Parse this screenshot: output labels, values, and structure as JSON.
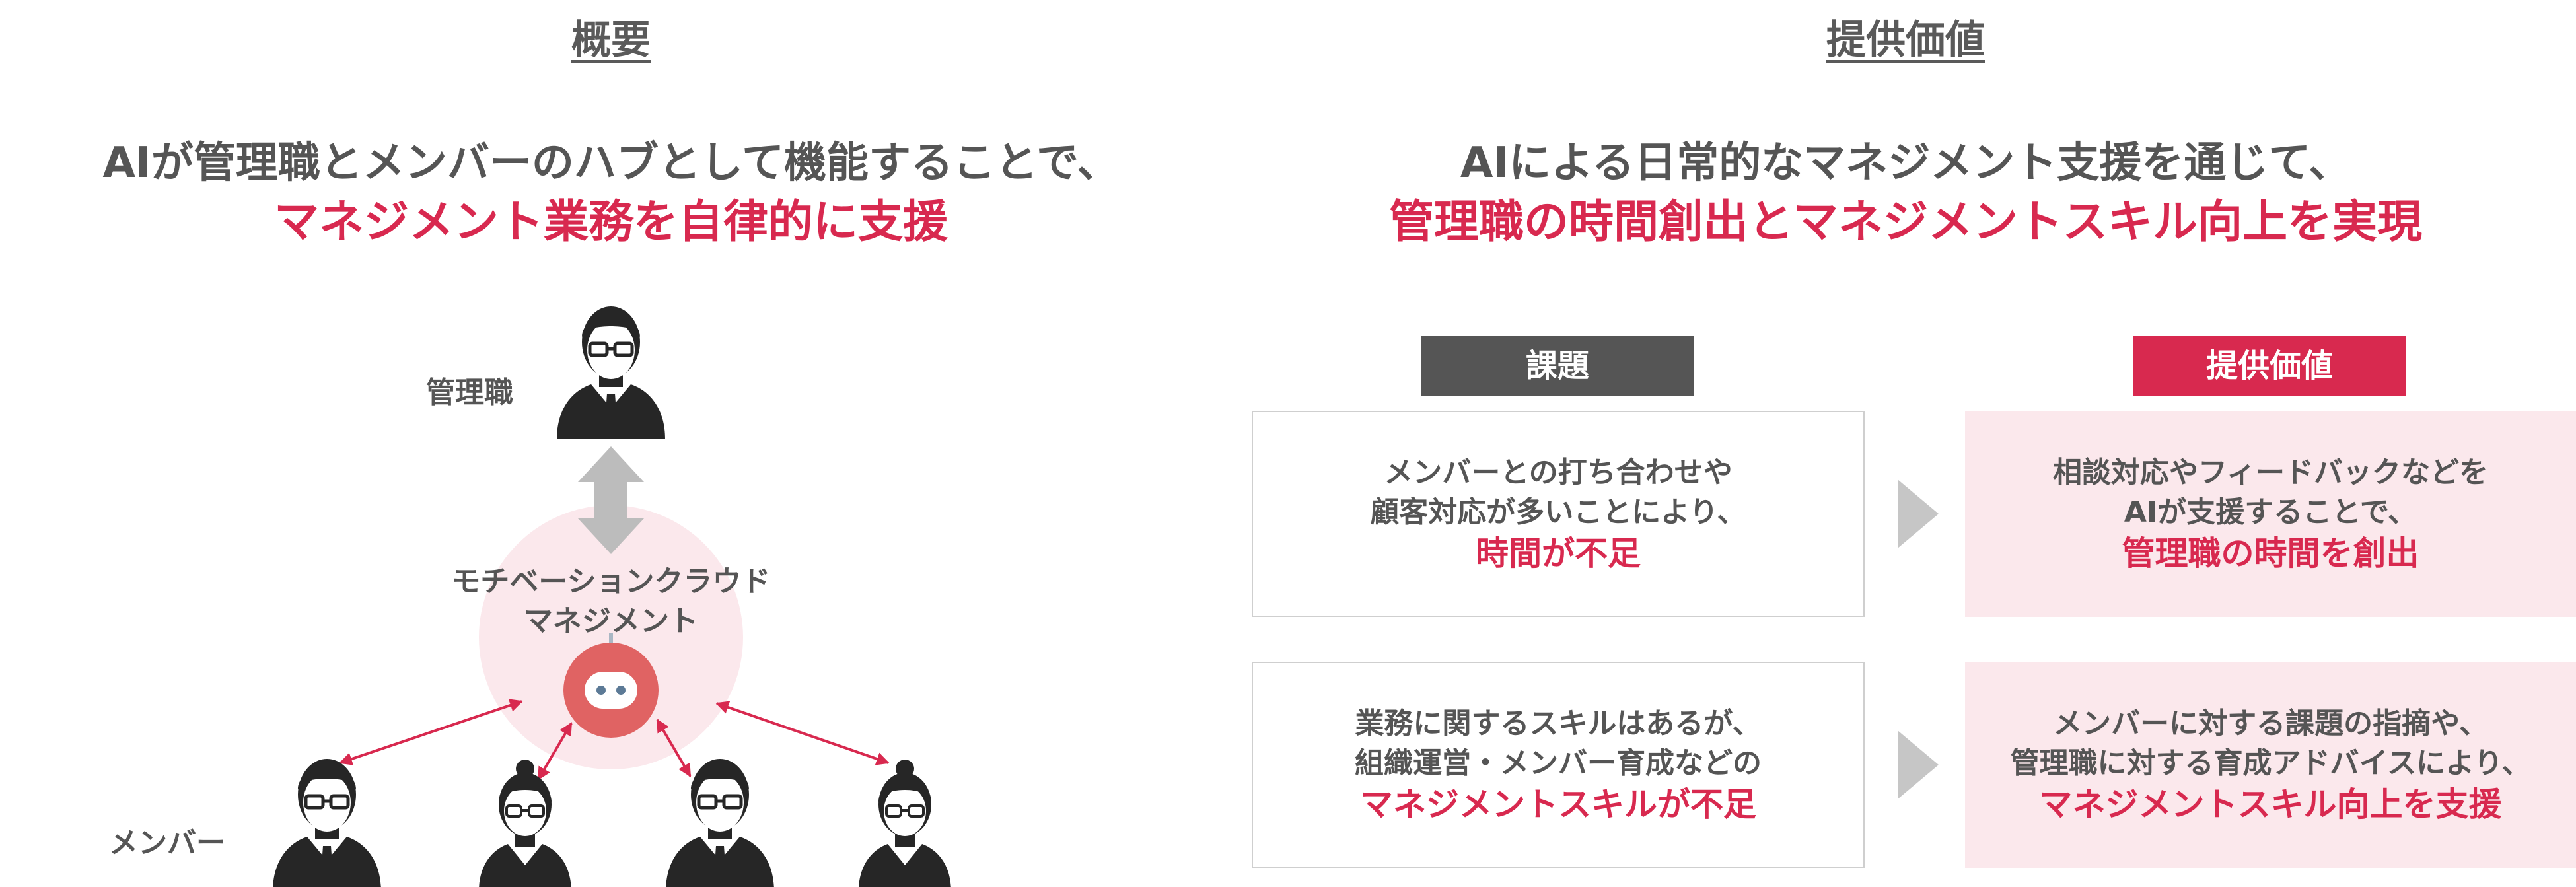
{
  "left": {
    "title": "概要",
    "headline_1": "AIが管理職とメンバーのハブとして機能することで、",
    "headline_2": "マネジメント業務を自律的に支援",
    "manager_label": "管理職",
    "center_label_1": "モチベーションクラウド",
    "center_label_2": "マネジメント",
    "member_label": "メンバー"
  },
  "right": {
    "title": "提供価値",
    "headline_1": "AIによる日常的なマネジメント支援を通じて、",
    "headline_2": "管理職の時間創出とマネジメントスキル向上を実現",
    "col_issue": "課題",
    "col_value": "提供価値",
    "issue_1": {
      "line_1": "メンバーとの打ち合わせや",
      "line_2": "顧客対応が多いことにより、",
      "highlight": "時間が不足"
    },
    "value_1": {
      "line_1": "相談対応やフィードバックなどを",
      "line_2": "AIが支援することで、",
      "highlight": "管理職の時間を創出"
    },
    "issue_2": {
      "line_1": "業務に関するスキルはあるが、",
      "line_2": "組織運営・メンバー育成などの",
      "highlight": "マネジメントスキルが不足"
    },
    "value_2": {
      "line_1": "メンバーに対する課題の指摘や、",
      "line_2": "管理職に対する育成アドバイスにより、",
      "highlight": "マネジメントスキル向上を支援"
    }
  },
  "colors": {
    "accent": "#d8294f",
    "dark_gray": "#555555",
    "pink_bg": "#fbe8ec",
    "issue_header": "#555555"
  }
}
